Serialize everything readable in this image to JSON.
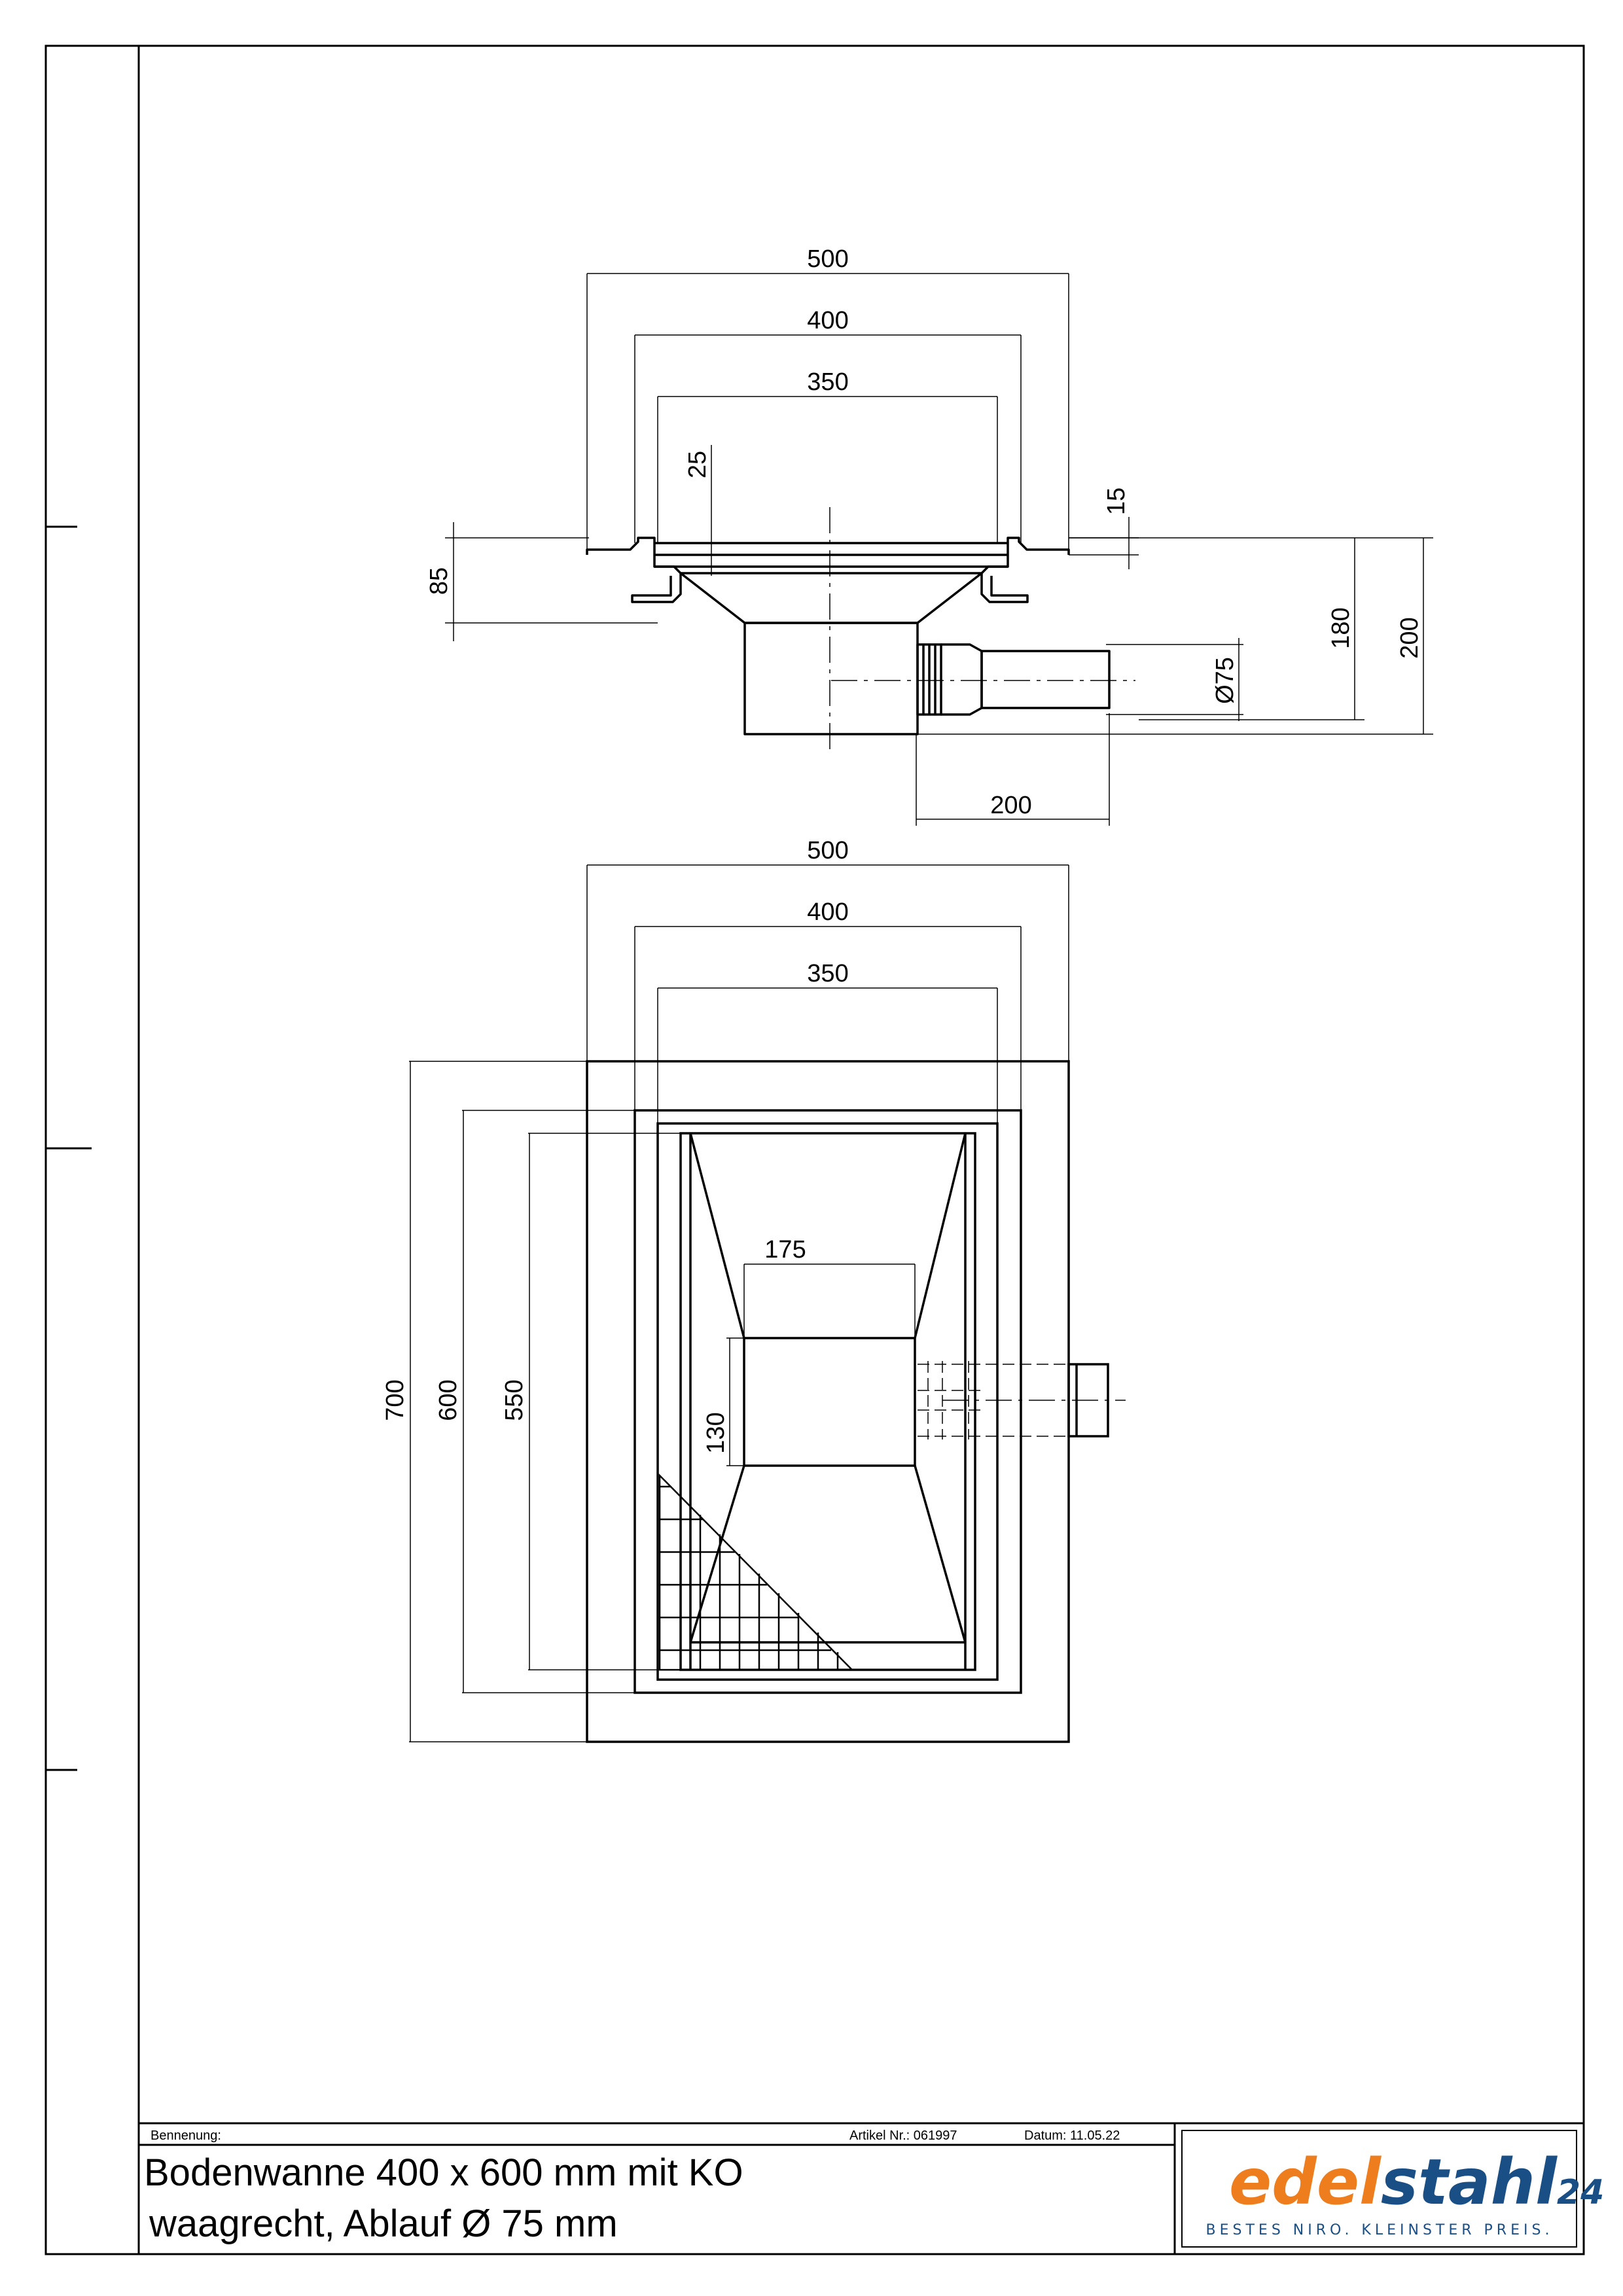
{
  "top_view": {
    "dim_500": "500",
    "dim_400": "400",
    "dim_350": "350",
    "dim_25": "25",
    "dim_15": "15",
    "dim_85": "85",
    "dim_180": "180",
    "dim_200_v": "200",
    "dim_d75": "Ø75",
    "dim_200_h": "200"
  },
  "plan_view": {
    "dim_500": "500",
    "dim_400": "400",
    "dim_350": "350",
    "dim_175": "175",
    "dim_130": "130",
    "dim_700": "700",
    "dim_600": "600",
    "dim_550": "550"
  },
  "title_block": {
    "bennenung_label": "Bennenung:",
    "artikel_label": "Artikel Nr.: 061997",
    "datum_label": "Datum: 11.05.22",
    "title_line1": "Bodenwanne 400 x 600 mm mit KO",
    "title_line2": "waagrecht, Ablauf Ø 75 mm"
  },
  "logo": {
    "part1": "edel",
    "part2": "stahl",
    "part3": "24",
    "tagline": "BESTES NIRO. KLEINSTER PREIS.",
    "color_orange": "#ee7d1e",
    "color_blue": "#1a4f86"
  }
}
